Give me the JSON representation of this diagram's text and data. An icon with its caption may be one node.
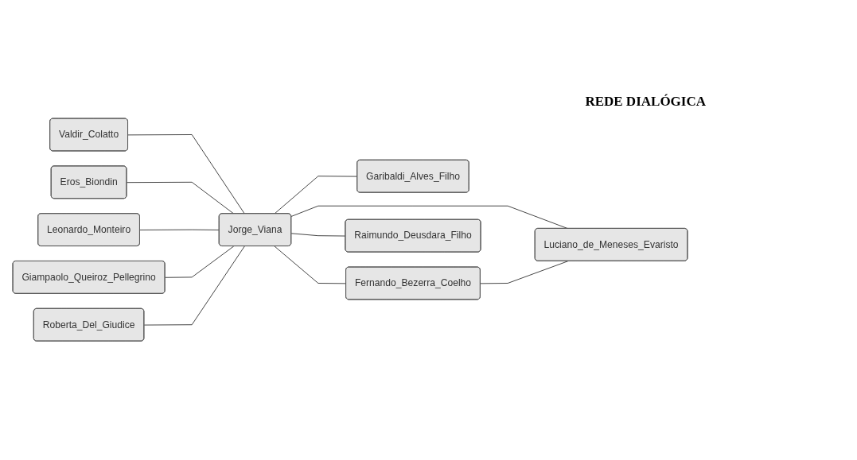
{
  "diagram": {
    "title": "REDE DIALÓGICA",
    "nodes": [
      {
        "text": [
          "Valdir_Colatto"
        ]
      },
      {
        "text": [
          "Garibaldi_Alves_Filho"
        ]
      },
      {
        "text": [
          "Eros_Biondin"
        ]
      },
      {
        "text": [
          "Fernando_Bezerra_Coelho"
        ]
      },
      {
        "text": [
          "Jorge_Viana"
        ]
      },
      {
        "text": [
          "Leonardo_Monteiro"
        ]
      },
      {
        "text": [
          "Luciano_de_Meneses_Evaristo"
        ]
      },
      {
        "text": [
          "Giampaolo_Queiroz_Pellegrino"
        ]
      },
      {
        "text": [
          "Raimundo_Deusdara_Filho"
        ]
      },
      {
        "text": [
          "Roberta_Del_Giudice"
        ]
      }
    ],
    "edges": [
      {
        "from": 0,
        "to": 4,
        "arrow": "none"
      },
      {
        "from": 2,
        "to": 4,
        "arrow": "none"
      },
      {
        "from": 5,
        "to": 4,
        "arrow": "none"
      },
      {
        "from": 7,
        "to": 4,
        "arrow": "none"
      },
      {
        "from": 9,
        "to": 4,
        "arrow": "none"
      },
      {
        "from": 4,
        "to": 1,
        "arrow": "none"
      },
      {
        "from": 4,
        "to": 3,
        "arrow": "none"
      },
      {
        "from": 4,
        "to": 6,
        "arrow": "none"
      },
      {
        "from": 4,
        "to": 8,
        "arrow": "none"
      },
      {
        "from": 3,
        "to": 6,
        "arrow": "none"
      }
    ]
  }
}
